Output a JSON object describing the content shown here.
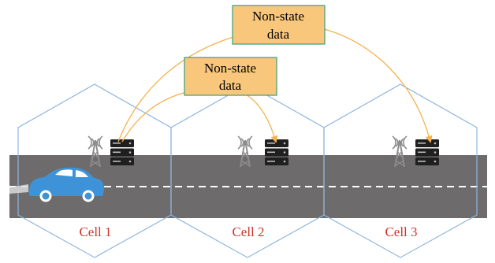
{
  "colors": {
    "road": "#6d6b6c",
    "lane_marking": "#ffffff",
    "hexagon_border": "#8fb6dc",
    "box_fill": "#f9c77c",
    "box_border": "#3b9e7a",
    "arrow": "#f3b24e",
    "cell_label": "#d23228",
    "car": "#3e93d8",
    "server": "#1f1f1f",
    "tower": "#8c8c8c"
  },
  "cells": [
    {
      "label": "Cell 1"
    },
    {
      "label": "Cell 2"
    },
    {
      "label": "Cell 3"
    }
  ],
  "boxes": [
    {
      "line1": "Non-state",
      "line2": "data"
    },
    {
      "line1": "Non-state",
      "line2": "data"
    }
  ],
  "icons": [
    "antenna-tower-icon",
    "server-rack-icon",
    "car-icon"
  ]
}
